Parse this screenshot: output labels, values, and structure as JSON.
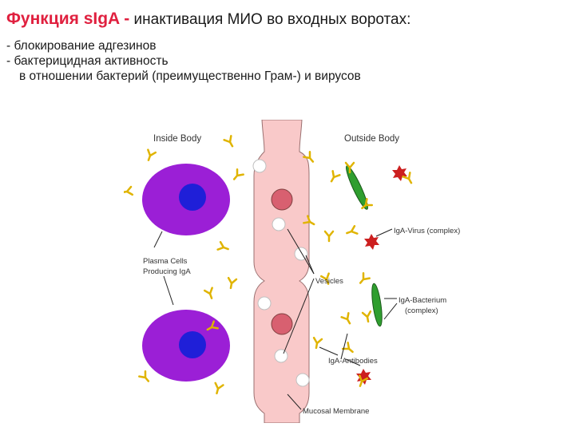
{
  "title": {
    "bold": "Функция sIgA -",
    "rest": " инактивация МИО во входных воротах:"
  },
  "bullets": [
    "- блокирование адгезинов",
    "- бактерицидная активность",
    "в отношении бактерий (преимущественно Грам-) и вирусов"
  ],
  "diagram": {
    "inside_header": "Inside Body",
    "outside_header": "Outside Body",
    "plasma_label": [
      "Plasma Cells",
      "Producing IgA"
    ],
    "vesicles_label": "Vesicles",
    "virus_complex_label": "IgA-Virus (complex)",
    "bacterium_complex_label": [
      "IgA-Bacterium",
      "(complex)"
    ],
    "antibodies_label": "IgA-Antibodies",
    "membrane_label": "Mucosal Membrane",
    "colors": {
      "plasma_cell": "#9b1fd6",
      "nucleus": "#1f1fd8",
      "membrane": "#f9c9c9",
      "membrane_nucleus": "#d86070",
      "antibody": "#e0b400",
      "virus": "#cc1f1f",
      "bacterium": "#2f9e2f",
      "title_accent": "#e0203f"
    }
  }
}
